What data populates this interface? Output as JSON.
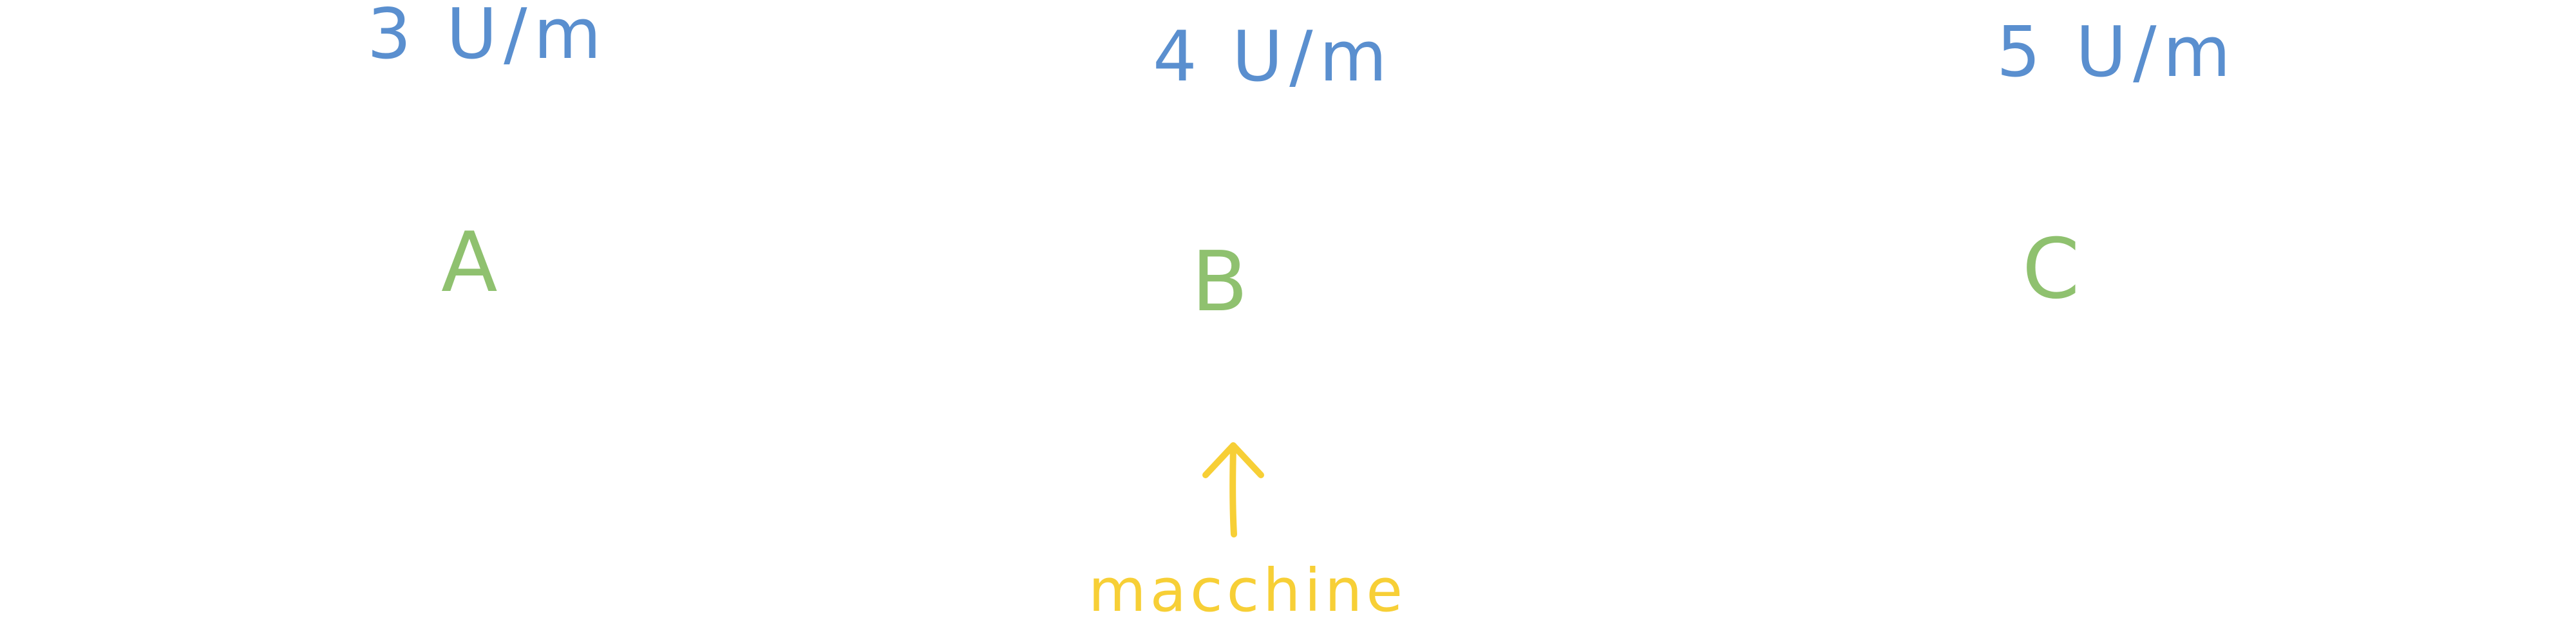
{
  "colors": {
    "rate": "#5a8fcf",
    "station": "#8fc16f",
    "note": "#f7cf36"
  },
  "stations": [
    {
      "label": "A",
      "rate": "3 U/m"
    },
    {
      "label": "B",
      "rate": "4 U/m"
    },
    {
      "label": "C",
      "rate": "5 U/m"
    }
  ],
  "machine": {
    "label": "macchine",
    "icon": "up-arrow-icon",
    "at_station": "B"
  }
}
